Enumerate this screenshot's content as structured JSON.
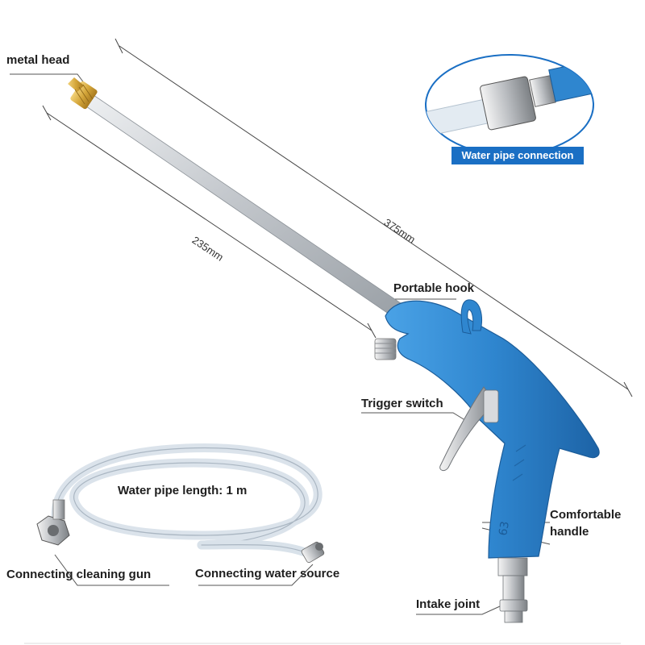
{
  "labels": {
    "metal_head": "metal head",
    "water_pipe_connection": "Water pipe connection",
    "dim_375": "375mm",
    "dim_235": "235mm",
    "portable_hook": "Portable hook",
    "trigger_switch": "Trigger switch",
    "comfortable_handle_line1": "Comfortable",
    "comfortable_handle_line2": "handle",
    "water_pipe_length": "Water pipe length: 1 m",
    "connecting_cleaning_gun": "Connecting cleaning gun",
    "connecting_water_source": "Connecting water source",
    "intake_joint": "Intake joint"
  },
  "colors": {
    "gun_blue": "#2f86cf",
    "gun_blue_dark": "#1d63a6",
    "tube_silver": "#c9cdd2",
    "brass": "#d4a63a",
    "inset_label_bg": "#1a6fc4"
  }
}
